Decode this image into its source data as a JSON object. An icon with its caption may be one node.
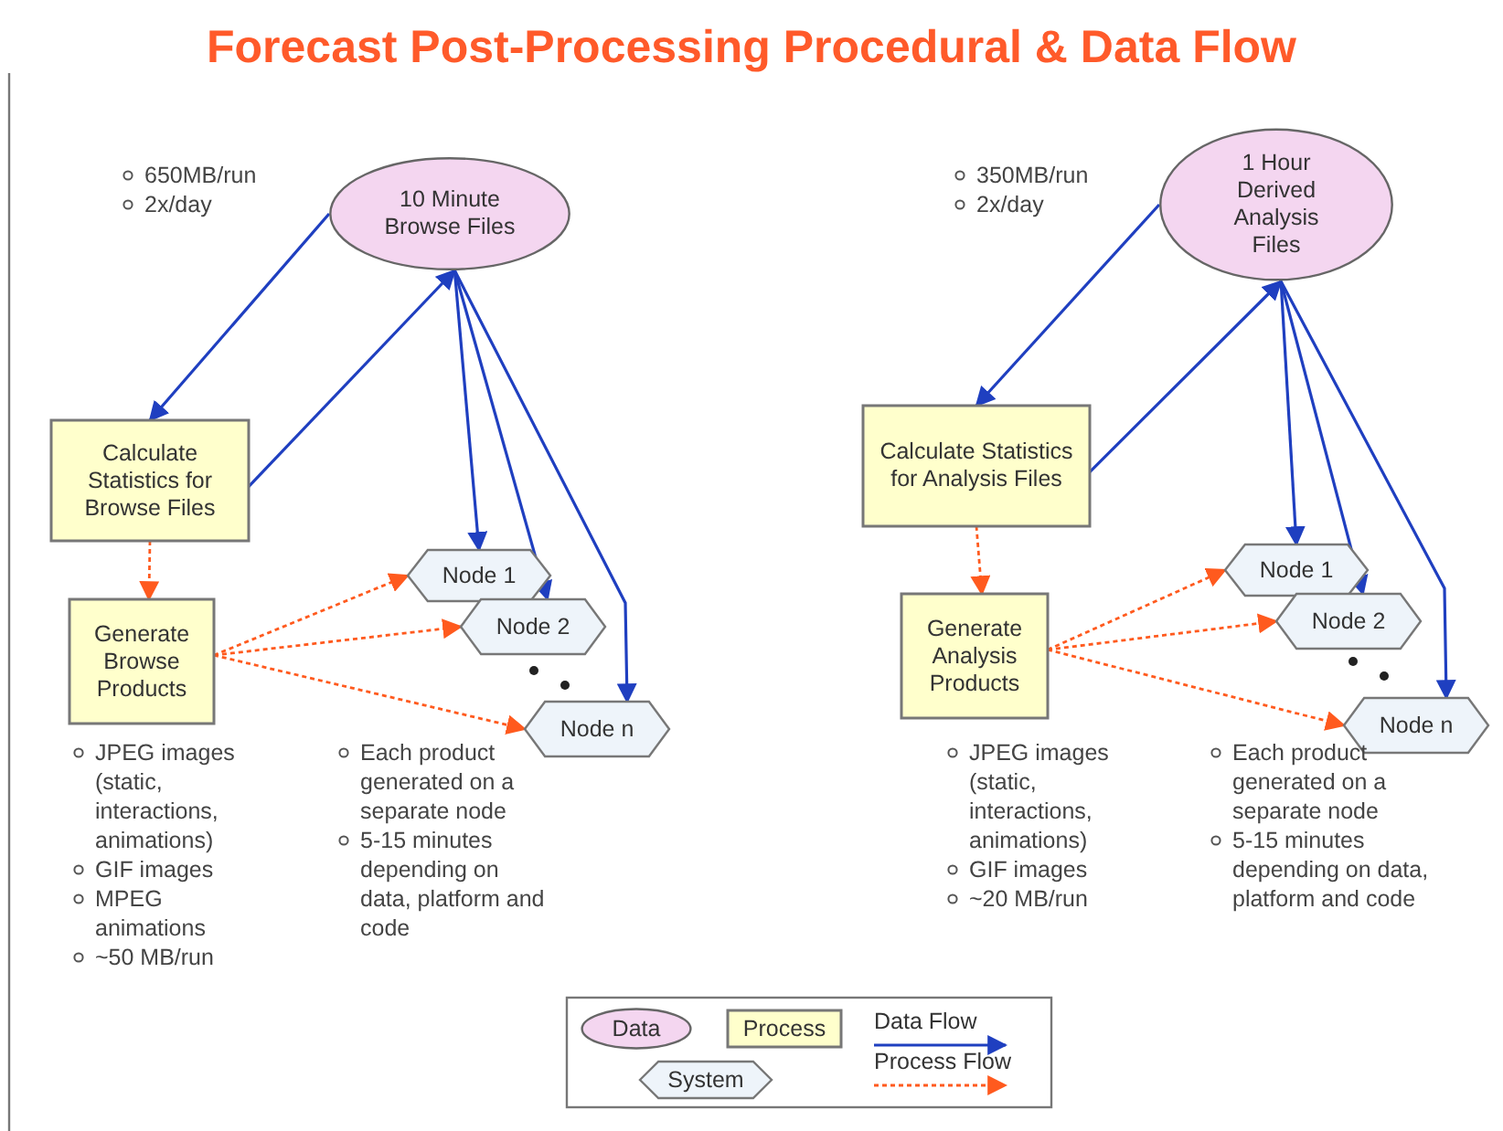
{
  "diagram": {
    "title": "Forecast Post-Processing Procedural & Data Flow",
    "nodes": [
      {
        "text": [
          "10 Minute Browse Files"
        ],
        "beside": [
          "650MB/run",
          "2x/day"
        ]
      },
      {
        "text": [
          "Calculate Statistics for Browse Files"
        ]
      },
      {
        "text": [
          "Generate Browse Products"
        ],
        "beside": [
          "JPEG images (static, interactions, animations)",
          "GIF images",
          "MPEG animations",
          "~50 MB/run"
        ]
      },
      {
        "text": [
          "Node 1"
        ]
      },
      {
        "text": [
          "Node 2"
        ]
      },
      {
        "text": [
          "Node n"
        ]
      },
      {
        "text": [
          "1 Hour Derived Analysis Files"
        ],
        "beside": [
          "350MB/run",
          "2x/day"
        ]
      },
      {
        "text": [
          "Calculate Statistics for Analysis Files"
        ]
      },
      {
        "text": [
          "Generate Analysis Products"
        ],
        "beside": [
          "JPEG images (static, interactions, animations)",
          "GIF images",
          "~20 MB/run"
        ]
      },
      {
        "text": [
          "Node 1"
        ]
      },
      {
        "text": [
          "Node 2"
        ]
      },
      {
        "text": [
          "Node n"
        ]
      }
    ],
    "edges": [
      {
        "from": 0,
        "to": 1,
        "arrow": "to"
      },
      {
        "from": 1,
        "to": 0,
        "arrow": "to"
      },
      {
        "from": 0,
        "to": 3,
        "arrow": "to"
      },
      {
        "from": 0,
        "to": 4,
        "arrow": "to"
      },
      {
        "from": 0,
        "to": 5,
        "arrow": "to"
      },
      {
        "from": 1,
        "to": 2,
        "arrow": "to",
        "style": "dashed",
        "color": "#ff5a1e"
      },
      {
        "from": 2,
        "to": 3,
        "arrow": "to",
        "style": "dashed",
        "color": "#ff5a1e"
      },
      {
        "from": 2,
        "to": 4,
        "arrow": "to",
        "style": "dashed",
        "color": "#ff5a1e"
      },
      {
        "from": 2,
        "to": 5,
        "arrow": "to",
        "style": "dashed",
        "color": "#ff5a1e"
      },
      {
        "from": 6,
        "to": 7,
        "arrow": "to"
      },
      {
        "from": 7,
        "to": 6,
        "arrow": "to"
      },
      {
        "from": 6,
        "to": 9,
        "arrow": "to"
      },
      {
        "from": 6,
        "to": 10,
        "arrow": "to"
      },
      {
        "from": 6,
        "to": 11,
        "arrow": "to"
      },
      {
        "from": 7,
        "to": 8,
        "arrow": "to",
        "style": "dashed",
        "color": "#ff5a1e"
      },
      {
        "from": 8,
        "to": 9,
        "arrow": "to",
        "style": "dashed",
        "color": "#ff5a1e"
      },
      {
        "from": 8,
        "to": 10,
        "arrow": "to",
        "style": "dashed",
        "color": "#ff5a1e"
      },
      {
        "from": 8,
        "to": 11,
        "arrow": "to",
        "style": "dashed",
        "color": "#ff5a1e"
      }
    ],
    "labels": [
      "Each product generated on a separate node",
      "5-15 minutes depending on data, platform and code",
      "Each product generated on a separate node",
      "5-15 minutes depending on data, platform and code"
    ],
    "legend": [
      {
        "text": "Data",
        "color": "#f4d6f0"
      },
      {
        "text": "Process",
        "color": "#ffffcc"
      },
      {
        "text": "Data Flow"
      },
      {
        "text": "System",
        "color": "#eef4fa"
      },
      {
        "text": "Process Flow"
      }
    ]
  }
}
